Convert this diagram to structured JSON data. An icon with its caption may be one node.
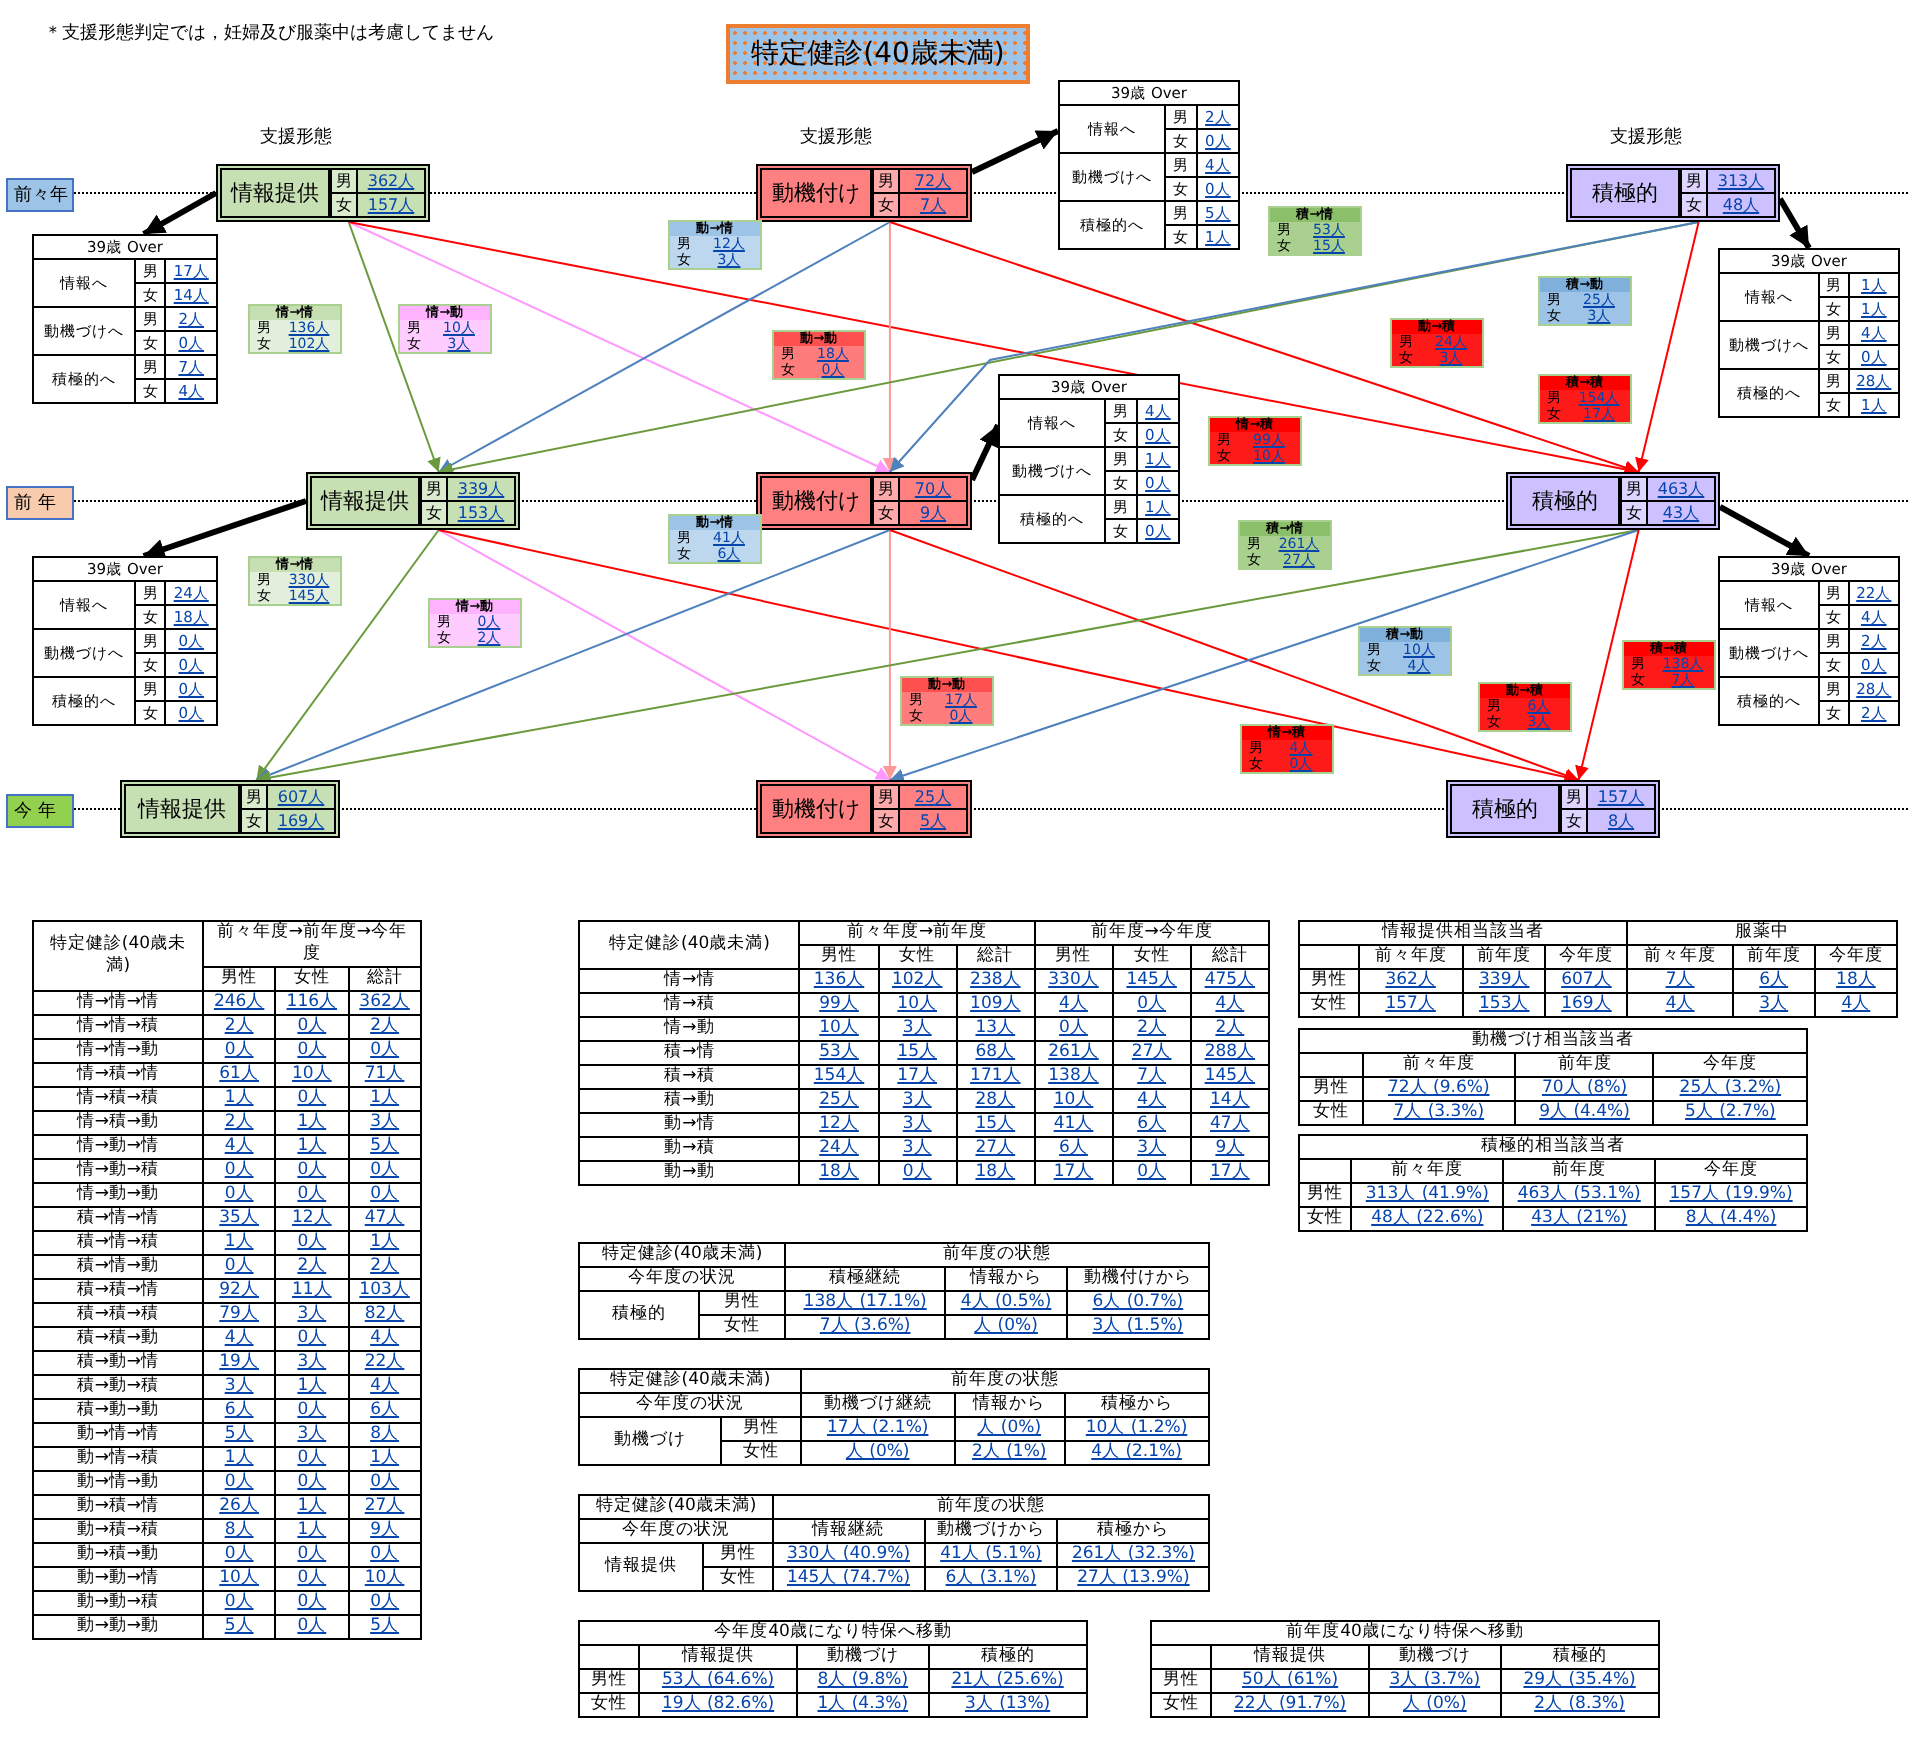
{
  "diagram": {
    "title": "特定健診(40歳未満)",
    "nodes": [
      {
        "text": [
          "情報提供",
          "男",
          "362人",
          "女",
          "157人"
        ]
      },
      {
        "text": [
          "動機付け",
          "男",
          "72人",
          "女",
          "7人"
        ]
      },
      {
        "text": [
          "積極的",
          "男",
          "313人",
          "女",
          "48人"
        ]
      },
      {
        "text": [
          "情報提供",
          "男",
          "339人",
          "女",
          "153人"
        ]
      },
      {
        "text": [
          "動機付け",
          "男",
          "70人",
          "女",
          "9人"
        ]
      },
      {
        "text": [
          "積極的",
          "男",
          "463人",
          "女",
          "43人"
        ]
      },
      {
        "text": [
          "情報提供",
          "男",
          "607人",
          "女",
          "169人"
        ]
      },
      {
        "text": [
          "動機付け",
          "男",
          "25人",
          "女",
          "5人"
        ]
      },
      {
        "text": [
          "積極的",
          "男",
          "157人",
          "女",
          "8人"
        ]
      },
      {
        "text": [
          "39歳 Over",
          "情報へ",
          "男",
          "17人",
          "女",
          "14人",
          "動機づけへ",
          "男",
          "2人",
          "女",
          "0人",
          "積極的へ",
          "男",
          "7人",
          "女",
          "4人"
        ]
      },
      {
        "text": [
          "39歳 Over",
          "情報へ",
          "男",
          "2人",
          "女",
          "0人",
          "動機づけへ",
          "男",
          "4人",
          "女",
          "0人",
          "積極的へ",
          "男",
          "5人",
          "女",
          "1人"
        ]
      },
      {
        "text": [
          "39歳 Over",
          "情報へ",
          "男",
          "1人",
          "女",
          "1人",
          "動機づけへ",
          "男",
          "4人",
          "女",
          "0人",
          "積極的へ",
          "男",
          "28人",
          "女",
          "1人"
        ]
      },
      {
        "text": [
          "39歳 Over",
          "情報へ",
          "男",
          "24人",
          "女",
          "18人",
          "動機づけへ",
          "男",
          "0人",
          "女",
          "0人",
          "積極的へ",
          "男",
          "0人",
          "女",
          "0人"
        ]
      },
      {
        "text": [
          "39歳 Over",
          "情報へ",
          "男",
          "4人",
          "女",
          "0人",
          "動機づけへ",
          "男",
          "1人",
          "女",
          "0人",
          "積極的へ",
          "男",
          "1人",
          "女",
          "0人"
        ]
      },
      {
        "text": [
          "39歳 Over",
          "情報へ",
          "男",
          "22人",
          "女",
          "4人",
          "動機づけへ",
          "男",
          "2人",
          "女",
          "0人",
          "積極的へ",
          "男",
          "28人",
          "女",
          "2人"
        ]
      },
      {
        "text": [
          "情→情",
          "男",
          "136人",
          "女",
          "102人"
        ]
      },
      {
        "text": [
          "情→動",
          "男",
          "10人",
          "女",
          "3人"
        ]
      },
      {
        "text": [
          "情→積",
          "男",
          "99人",
          "女",
          "10人"
        ]
      },
      {
        "text": [
          "動→情",
          "男",
          "12人",
          "女",
          "3人"
        ]
      },
      {
        "text": [
          "動→動",
          "男",
          "18人",
          "女",
          "0人"
        ]
      },
      {
        "text": [
          "動→積",
          "男",
          "24人",
          "女",
          "3人"
        ]
      },
      {
        "text": [
          "積→情",
          "男",
          "53人",
          "女",
          "15人"
        ]
      },
      {
        "text": [
          "積→動",
          "男",
          "25人",
          "女",
          "3人"
        ]
      },
      {
        "text": [
          "積→積",
          "男",
          "154人",
          "女",
          "17人"
        ]
      },
      {
        "text": [
          "情→情",
          "男",
          "330人",
          "女",
          "145人"
        ]
      },
      {
        "text": [
          "情→動",
          "男",
          "0人",
          "女",
          "2人"
        ]
      },
      {
        "text": [
          "情→積",
          "男",
          "4人",
          "女",
          "0人"
        ]
      },
      {
        "text": [
          "動→情",
          "男",
          "41人",
          "女",
          "6人"
        ]
      },
      {
        "text": [
          "動→動",
          "男",
          "17人",
          "女",
          "0人"
        ]
      },
      {
        "text": [
          "動→積",
          "男",
          "6人",
          "女",
          "3人"
        ]
      },
      {
        "text": [
          "積→情",
          "男",
          "261人",
          "女",
          "27人"
        ]
      },
      {
        "text": [
          "積→動",
          "男",
          "10人",
          "女",
          "4人"
        ]
      },
      {
        "text": [
          "積→積",
          "男",
          "138人",
          "女",
          "7人"
        ]
      }
    ],
    "edges": [
      {
        "from": 0,
        "to": 3,
        "arrow": "to",
        "color": "#6b9a3c"
      },
      {
        "from": 0,
        "to": 4,
        "arrow": "to",
        "color": "#ff99ff"
      },
      {
        "from": 0,
        "to": 5,
        "arrow": "to",
        "color": "#ff0000"
      },
      {
        "from": 1,
        "to": 3,
        "arrow": "to",
        "color": "#4f81bd"
      },
      {
        "from": 1,
        "to": 4,
        "arrow": "to",
        "color": "#ff9999"
      },
      {
        "from": 1,
        "to": 5,
        "arrow": "to",
        "color": "#ff0000"
      },
      {
        "from": 2,
        "to": 3,
        "arrow": "to",
        "color": "#6b9a3c"
      },
      {
        "from": 2,
        "to": 4,
        "arrow": "to",
        "color": "#4f81bd"
      },
      {
        "from": 2,
        "to": 5,
        "arrow": "to",
        "color": "#ff0000"
      },
      {
        "from": 3,
        "to": 6,
        "arrow": "to",
        "color": "#6b9a3c"
      },
      {
        "from": 3,
        "to": 7,
        "arrow": "to",
        "color": "#ff99ff"
      },
      {
        "from": 3,
        "to": 8,
        "arrow": "to",
        "color": "#ff0000"
      },
      {
        "from": 4,
        "to": 6,
        "arrow": "to",
        "color": "#4f81bd"
      },
      {
        "from": 4,
        "to": 7,
        "arrow": "to",
        "color": "#ff9999"
      },
      {
        "from": 4,
        "to": 8,
        "arrow": "to",
        "color": "#ff0000"
      },
      {
        "from": 5,
        "to": 6,
        "arrow": "to",
        "color": "#6b9a3c"
      },
      {
        "from": 5,
        "to": 7,
        "arrow": "to",
        "color": "#4f81bd"
      },
      {
        "from": 5,
        "to": 8,
        "arrow": "to",
        "color": "#ff0000"
      },
      {
        "from": 0,
        "to": 9,
        "arrow": "to",
        "style": "thick",
        "color": "#000000"
      },
      {
        "from": 1,
        "to": 10,
        "arrow": "to",
        "style": "thick",
        "color": "#000000"
      },
      {
        "from": 2,
        "to": 11,
        "arrow": "to",
        "style": "thick",
        "color": "#000000"
      },
      {
        "from": 3,
        "to": 12,
        "arrow": "to",
        "style": "thick",
        "color": "#000000"
      },
      {
        "from": 4,
        "to": 13,
        "arrow": "to",
        "style": "thick",
        "color": "#000000"
      },
      {
        "from": 5,
        "to": 14,
        "arrow": "to",
        "style": "thick",
        "color": "#000000"
      }
    ],
    "labels": [
      "＊支援形態判定では，妊婦及び服薬中は考慮してません",
      "支援形態",
      "支援形態",
      "支援形態",
      "前々年",
      "前 年",
      "今 年",
      "特定健診(40歳未満)",
      "前々年度→前年度→今年度",
      "男性",
      "女性",
      "総計",
      "情→情→情",
      "246人",
      "116人",
      "362人",
      "情→情→積",
      "2人",
      "0人",
      "2人",
      "情→情→動",
      "0人",
      "0人",
      "0人",
      "情→積→情",
      "61人",
      "10人",
      "71人",
      "情→積→積",
      "1人",
      "0人",
      "1人",
      "情→積→動",
      "2人",
      "1人",
      "3人",
      "情→動→情",
      "4人",
      "1人",
      "5人",
      "情→動→積",
      "0人",
      "0人",
      "0人",
      "情→動→動",
      "0人",
      "0人",
      "0人",
      "積→情→情",
      "35人",
      "12人",
      "47人",
      "積→情→積",
      "1人",
      "0人",
      "1人",
      "積→情→動",
      "0人",
      "2人",
      "2人",
      "積→積→情",
      "92人",
      "11人",
      "103人",
      "積→積→積",
      "79人",
      "3人",
      "82人",
      "積→積→動",
      "4人",
      "0人",
      "4人",
      "積→動→情",
      "19人",
      "3人",
      "22人",
      "積→動→積",
      "3人",
      "1人",
      "4人",
      "積→動→動",
      "6人",
      "0人",
      "6人",
      "動→情→情",
      "5人",
      "3人",
      "8人",
      "動→情→積",
      "1人",
      "0人",
      "1人",
      "動→情→動",
      "0人",
      "0人",
      "0人",
      "動→積→情",
      "26人",
      "1人",
      "27人",
      "動→積→積",
      "8人",
      "1人",
      "9人",
      "動→積→動",
      "0人",
      "0人",
      "0人",
      "動→動→情",
      "10人",
      "0人",
      "10人",
      "動→動→積",
      "0人",
      "0人",
      "0人",
      "動→動→動",
      "5人",
      "0人",
      "5人",
      "特定健診(40歳未満)",
      "前々年度→前年度",
      "前年度→今年度",
      "男性",
      "女性",
      "総計",
      "男性",
      "女性",
      "総計",
      "情→情",
      "136人",
      "102人",
      "238人",
      "330人",
      "145人",
      "475人",
      "情→積",
      "99人",
      "10人",
      "109人",
      "4人",
      "0人",
      "4人",
      "情→動",
      "10人",
      "3人",
      "13人",
      "0人",
      "2人",
      "2人",
      "積→情",
      "53人",
      "15人",
      "68人",
      "261人",
      "27人",
      "288人",
      "積→積",
      "154人",
      "17人",
      "171人",
      "138人",
      "7人",
      "145人",
      "積→動",
      "25人",
      "3人",
      "28人",
      "10人",
      "4人",
      "14人",
      "動→情",
      "12人",
      "3人",
      "15人",
      "41人",
      "6人",
      "47人",
      "動→積",
      "24人",
      "3人",
      "27人",
      "6人",
      "3人",
      "9人",
      "動→動",
      "18人",
      "0人",
      "18人",
      "17人",
      "0人",
      "17人",
      "情報提供相当該当者",
      "服薬中",
      "前々年度",
      "前年度",
      "今年度",
      "前々年度",
      "前年度",
      "今年度",
      "男性",
      "362人",
      "339人",
      "607人",
      "7人",
      "6人",
      "18人",
      "女性",
      "157人",
      "153人",
      "169人",
      "4人",
      "3人",
      "4人",
      "動機づけ相当該当者",
      "前々年度",
      "前年度",
      "今年度",
      "男性",
      "72人 (9.6%)",
      "70人 (8%)",
      "25人 (3.2%)",
      "女性",
      "7人 (3.3%)",
      "9人 (4.4%)",
      "5人 (2.7%)",
      "積極的相当該当者",
      "前々年度",
      "前年度",
      "今年度",
      "男性",
      "313人 (41.9%)",
      "463人 (53.1%)",
      "157人 (19.9%)",
      "女性",
      "48人 (22.6%)",
      "43人 (21%)",
      "8人 (4.4%)",
      "特定健診(40歳未満)",
      "前年度の状態",
      "今年度の状況",
      "積極継続",
      "情報から",
      "動機付けから",
      "積極的",
      "男性",
      "138人 (17.1%)",
      "4人 (0.5%)",
      "6人 (0.7%)",
      "女性",
      "7人 (3.6%)",
      "人 (0%)",
      "3人 (1.5%)",
      "特定健診(40歳未満)",
      "前年度の状態",
      "今年度の状況",
      "動機づけ継続",
      "情報から",
      "積極から",
      "動機づけ",
      "男性",
      "17人 (2.1%)",
      "人 (0%)",
      "10人 (1.2%)",
      "女性",
      "人 (0%)",
      "2人 (1%)",
      "4人 (2.1%)",
      "特定健診(40歳未満)",
      "前年度の状態",
      "今年度の状況",
      "情報継続",
      "動機づけから",
      "積極から",
      "情報提供",
      "男性",
      "330人 (40.9%)",
      "41人 (5.1%)",
      "261人 (32.3%)",
      "女性",
      "145人 (74.7%)",
      "6人 (3.1%)",
      "27人 (13.9%)",
      "今年度40歳になり特保へ移動",
      "情報提供",
      "動機づけ",
      "積極的",
      "男性",
      "53人 (64.6%)",
      "8人 (9.8%)",
      "21人 (25.6%)",
      "女性",
      "19人 (82.6%)",
      "1人 (4.3%)",
      "3人 (13%)",
      "前年度40歳になり特保へ移動",
      "情報提供",
      "動機づけ",
      "積極的",
      "男性",
      "50人 (61%)",
      "3人 (3.7%)",
      "29人 (35.4%)",
      "女性",
      "22人 (91.7%)",
      "人 (0%)",
      "2人 (8.3%)"
    ]
  }
}
